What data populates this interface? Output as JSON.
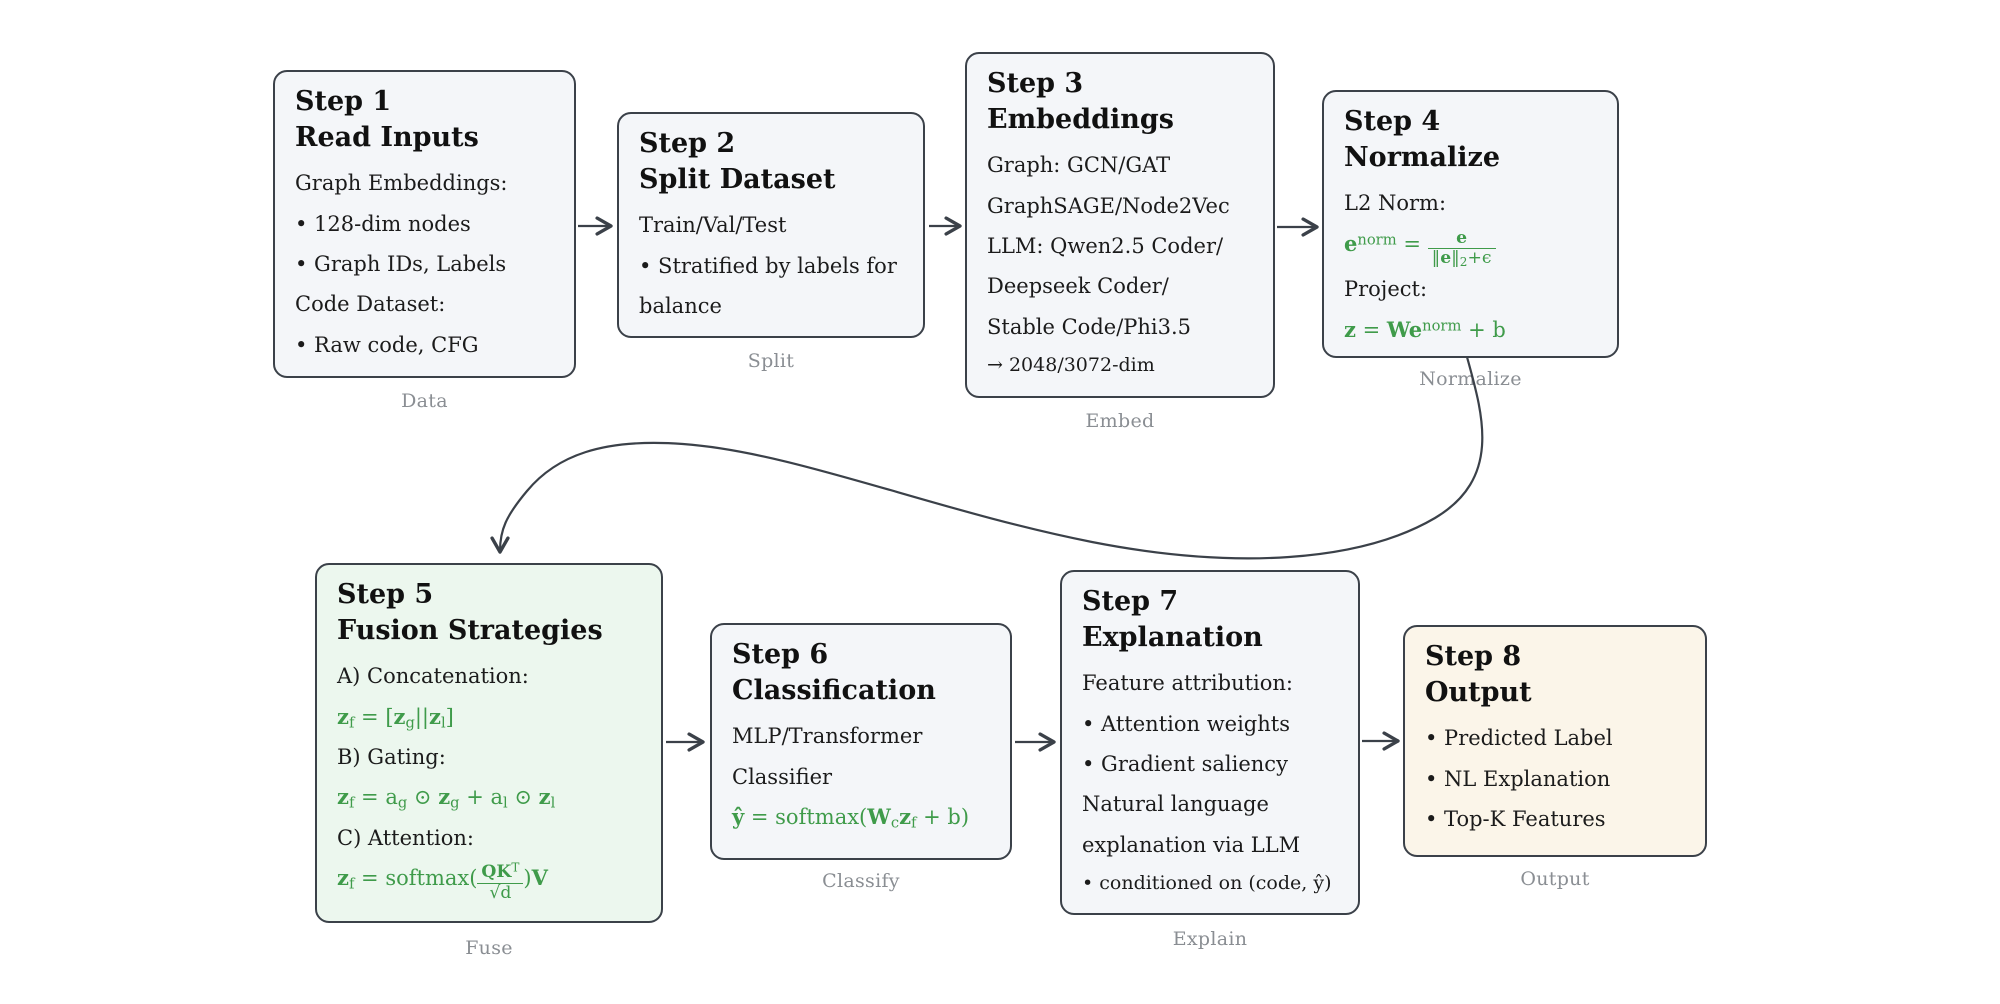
{
  "theme": {
    "formula_green": "#3f9b4a",
    "border_color": "#3b4149",
    "box_fill_default": "#f4f6f9",
    "box_fill_fusion": "#ecf7ee",
    "box_fill_output": "#fbf5e9",
    "caption_color": "#8a8e93",
    "text_color": "#1b1b1b"
  },
  "steps": [
    {
      "title1": "Step 1",
      "title2": "Read Inputs",
      "caption": "Data",
      "lines": [
        "Graph Embeddings:",
        "• 128-dim nodes",
        "• Graph IDs, Labels",
        "Code Dataset:",
        "• Raw code, CFG"
      ]
    },
    {
      "title1": "Step 2",
      "title2": "Split Dataset",
      "caption": "Split",
      "lines": [
        "Train/Val/Test",
        "• Stratified by labels for balance"
      ]
    },
    {
      "title1": "Step 3",
      "title2": "Embeddings",
      "caption": "Embed",
      "lines": [
        "Graph: GCN/GAT",
        "GraphSAGE/Node2Vec",
        "LLM: Qwen2.5 Coder/",
        "Deepseek Coder/",
        "Stable Code/Phi3.5",
        "→ 2048/3072-dim"
      ]
    },
    {
      "title1": "Step 4",
      "title2": "Normalize",
      "caption": "Normalize",
      "lines": [
        "L2 Norm:",
        "*e*^{norm} = {frac|*e*|‖*e*‖_{2}+ϵ}",
        "Project:",
        "*z* = *We*^{norm} + b"
      ]
    },
    {
      "title1": "Step 5",
      "title2": "Fusion Strategies",
      "caption": "Fuse",
      "lines": [
        "A) Concatenation:",
        "*z*_{f} = [*z*_{g}||*z*_{l}]",
        "B) Gating:",
        "*z*_{f} = a_{g} ⊙ *z*_{g} + a_{l} ⊙ *z*_{l}",
        "C) Attention:",
        "*z*_{f} = softmax({frac|*QK*^{T}|√d})*V*"
      ]
    },
    {
      "title1": "Step 6",
      "title2": "Classification",
      "caption": "Classify",
      "lines": [
        "MLP/Transformer",
        "Classifier",
        "*ŷ* = softmax(*W*_{c}*z*_{f} + b)"
      ]
    },
    {
      "title1": "Step 7",
      "title2": "Explanation",
      "caption": "Explain",
      "lines": [
        "Feature attribution:",
        "• Attention weights",
        "• Gradient saliency",
        "Natural language",
        "explanation via LLM",
        "• conditioned on (code, ŷ)"
      ]
    },
    {
      "title1": "Step 8",
      "title2": "Output",
      "caption": "Output",
      "lines": [
        "• Predicted Label",
        "• NL Explanation",
        "• Top-K Features"
      ]
    }
  ]
}
